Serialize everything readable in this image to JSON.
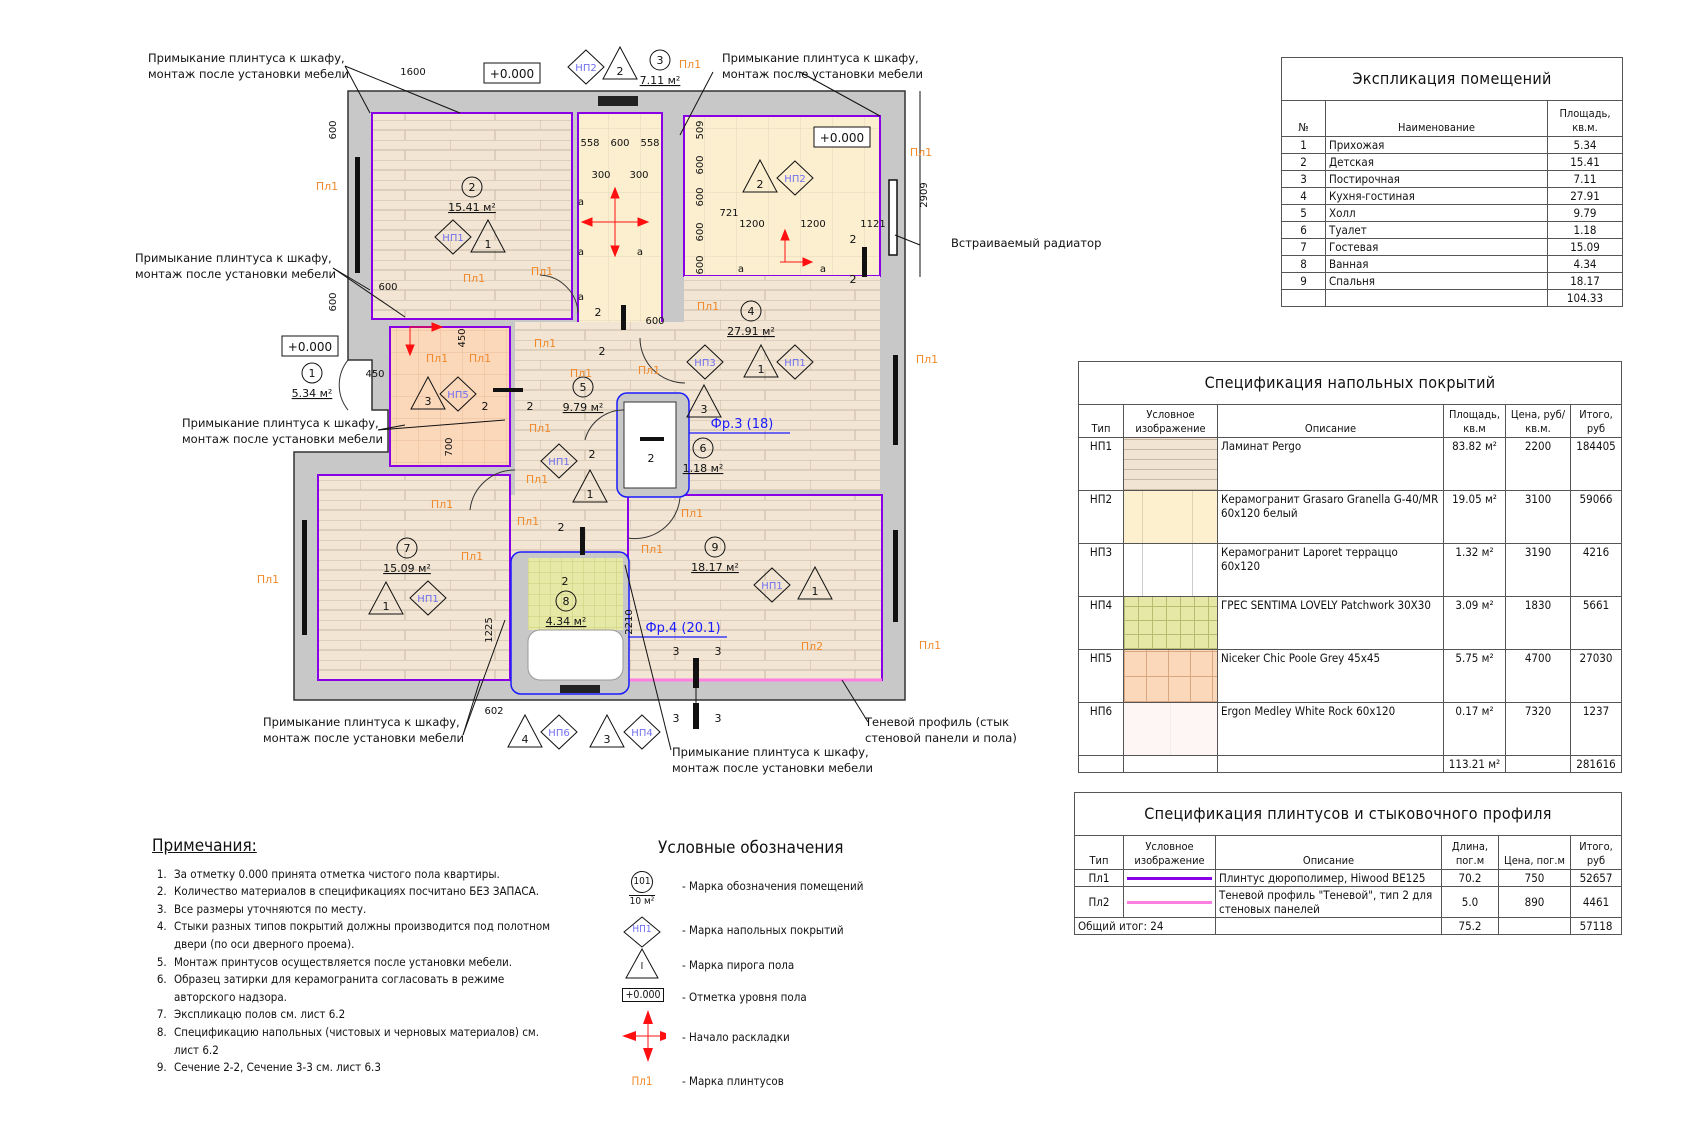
{
  "plan": {
    "rooms": [
      {
        "number": "1",
        "area": "5.34 м²"
      },
      {
        "number": "2",
        "area": "15.41 м²"
      },
      {
        "number": "3",
        "area": "7.11 м²"
      },
      {
        "number": "4",
        "area": "27.91 м²"
      },
      {
        "number": "5",
        "area": "9.79 м²"
      },
      {
        "number": "6",
        "area": "1.18 м²"
      },
      {
        "number": "7",
        "area": "15.09 м²"
      },
      {
        "number": "8",
        "area": "4.34 м²"
      },
      {
        "number": "9",
        "area": "18.17 м²"
      }
    ],
    "floor_marks": [
      "НП1",
      "НП2",
      "НП2",
      "НП5",
      "НП1",
      "НП3",
      "НП1",
      "НП1",
      "НП1",
      "НП6",
      "НП4"
    ],
    "pie_marks": [
      "1",
      "2",
      "2",
      "3",
      "1",
      "3",
      "1",
      "1",
      "1",
      "4",
      "3"
    ],
    "elevations": [
      "+0.000",
      "+0.000",
      "+0.000"
    ],
    "dimensions": [
      "1600",
      "600",
      "600",
      "600",
      "450",
      "450",
      "700",
      "558",
      "600",
      "558",
      "300",
      "300",
      "600",
      "509",
      "600",
      "600",
      "600",
      "600",
      "721",
      "1200",
      "1200",
      "1121",
      "2909",
      "1225",
      "602",
      "2210"
    ],
    "plinth_marks": [
      "Пл1",
      "Пл1",
      "Пл1",
      "Пл1",
      "Пл1",
      "Пл1",
      "Пл1",
      "Пл1",
      "Пл1",
      "Пл1",
      "Пл1",
      "Пл1",
      "Пл1",
      "Пл1",
      "Пл1",
      "Пл1",
      "Пл1",
      "Пл1",
      "Пл1",
      "Пл1",
      "Пл1",
      "Пл2"
    ],
    "section_marks": [
      "2",
      "2",
      "2",
      "2",
      "2",
      "2",
      "2",
      "2",
      "2",
      "2",
      "3",
      "3",
      "3",
      "3"
    ],
    "axis_marks": [
      "a",
      "a",
      "a",
      "a",
      "a",
      "a"
    ],
    "fragments": [
      "Фр.3 (18)",
      "Фр.4 (20.1)"
    ],
    "callouts": [
      {
        "line1": "Примыкание плинтуса к шкафу,",
        "line2": "монтаж после установки мебели"
      },
      {
        "line1": "Примыкание плинтуса к шкафу,",
        "line2": "монтаж после установки мебели"
      },
      {
        "line1": "Примыкание плинтуса к шкафу,",
        "line2": "монтаж после установки мебели"
      },
      {
        "line1": "Примыкание плинтуса к шкафу,",
        "line2": "монтаж после установки мебели"
      },
      {
        "line1": "Примыкание плинтуса к шкафу,",
        "line2": "монтаж после установки мебели"
      },
      {
        "line1": "Примыкание плинтуса к шкафу,",
        "line2": "монтаж после установки мебели"
      },
      {
        "line1": "Встраиваемый радиатор",
        "line2": ""
      },
      {
        "line1": "Теневой профиль (стык",
        "line2": "стеновой панели и пола)"
      }
    ]
  },
  "explication": {
    "title": "Экспликация помещений",
    "headers": {
      "num": "№",
      "name": "Наименование",
      "area": "Площадь, кв.м."
    },
    "rows": [
      {
        "num": "1",
        "name": "Прихожая",
        "area": "5.34"
      },
      {
        "num": "2",
        "name": "Детская",
        "area": "15.41"
      },
      {
        "num": "3",
        "name": "Постирочная",
        "area": "7.11"
      },
      {
        "num": "4",
        "name": "Кухня-гостиная",
        "area": "27.91"
      },
      {
        "num": "5",
        "name": "Холл",
        "area": "9.79"
      },
      {
        "num": "6",
        "name": "Туалет",
        "area": "1.18"
      },
      {
        "num": "7",
        "name": "Гостевая",
        "area": "15.09"
      },
      {
        "num": "8",
        "name": "Ванная",
        "area": "4.34"
      },
      {
        "num": "9",
        "name": "Спальня",
        "area": "18.17"
      }
    ],
    "total": "104.33"
  },
  "floor_spec": {
    "title": "Спецификация напольных покрытий",
    "headers": {
      "type": "Тип",
      "image": "Условное изображение",
      "desc": "Описание",
      "area": "Площадь, кв.м",
      "price": "Цена, руб/кв.м.",
      "total": "Итого, руб"
    },
    "rows": [
      {
        "type": "НП1",
        "desc": "Ламинат  Pergo",
        "area": "83.82 м²",
        "price": "2200",
        "total": "184405",
        "color": "#f1e4d2"
      },
      {
        "type": "НП2",
        "desc": "Керамогранит Grasaro Granella G-40/MR 60x120 белый",
        "area": "19.05 м²",
        "price": "3100",
        "total": "59066",
        "color": "#fdf0cf"
      },
      {
        "type": "НП3",
        "desc": "Керамогранит Laporet терраццо 60x120",
        "area": "1.32 м²",
        "price": "3190",
        "total": "4216",
        "color": "#ffffff"
      },
      {
        "type": "НП4",
        "desc": "ГРЕС SENTIMA LOVELY Patchwork 30X30",
        "area": "3.09 м²",
        "price": "1830",
        "total": "5661",
        "color": "#e6e8a6"
      },
      {
        "type": "НП5",
        "desc": "Niceker Chic Poole Grey 45x45",
        "area": "5.75 м²",
        "price": "4700",
        "total": "27030",
        "color": "#fcd8bb"
      },
      {
        "type": "НП6",
        "desc": "Ergon Medley White Rock 60x120",
        "area": "0.17 м²",
        "price": "7320",
        "total": "1237",
        "color": "#fdf6f4"
      }
    ],
    "total_area": "113.21 м²",
    "total_sum": "281616"
  },
  "plinth_spec": {
    "title": "Спецификация плинтусов и стыковочного профиля",
    "headers": {
      "type": "Тип",
      "image": "Условное изображение",
      "desc": "Описание",
      "length": "Длина, пог.м",
      "price": "Цена, пог.м",
      "total": "Итого, руб"
    },
    "rows": [
      {
        "type": "Пл1",
        "desc": "Плинтус дюрополимер, Hiwood BE125",
        "length": "70.2",
        "price": "750",
        "total": "52657",
        "color": "#8a00e6"
      },
      {
        "type": "Пл2",
        "desc": "Теневой профиль \"Теневой\", тип 2 для стеновых панелей",
        "length": "5.0",
        "price": "890",
        "total": "4461",
        "color": "#ff7fe0"
      }
    ],
    "grand_label": "Общий итог: 24",
    "total_length": "75.2",
    "total_sum": "57118"
  },
  "notes": {
    "title": "Примечания:",
    "items": [
      "За отметку 0.000 принята отметка чистого пола квартиры.",
      "Количество материалов в спецификациях посчитано БЕЗ ЗАПАСА.",
      "Все размеры уточняются по месту.",
      "Стыки разных типов покрытий должны производится под полотном двери (по оси дверного проема).",
      "Монтаж принтусов осуществляется после установки мебели.",
      "Образец затирки для керамогранита согласовать в режиме авторского надзора.",
      "Экспликацю полов см. лист 6.2",
      "Спецификацию напольных (чистовых и черновых материалов) см. лист 6.2",
      "Сечение 2-2, Сечение 3-3 см. лист 6.3"
    ]
  },
  "legend": {
    "title": "Условные обозначения",
    "room_mark_num": "101",
    "room_mark_area": "10 м²",
    "room_mark_label": "- Марка обозначения помещений",
    "floor_mark_sym": "НП1",
    "floor_mark_label": "- Марка напольных покрытий",
    "pie_mark_sym": "I",
    "pie_mark_label": "- Марка пирога пола",
    "level_sym": "+0.000",
    "level_label": "- Отметка уровня пола",
    "start_label": "- Начало раскладки",
    "plinth_sym": "Пл1",
    "plinth_label": "- Марка плинтусов"
  },
  "colors": {
    "wall": "#c8c8c8",
    "laminate": "#f2e5d3",
    "tile_beige": "#fcefd0",
    "tile_peach": "#fcd8bb",
    "tile_green": "#e6e8a6",
    "plinth": "#8a00e6",
    "shadow_profile": "#ff7fe0",
    "fragment": "#1a1aff",
    "plinth_mark": "#f08a2c",
    "floor_mark": "#7070f0",
    "start_marker": "#ff1010"
  }
}
